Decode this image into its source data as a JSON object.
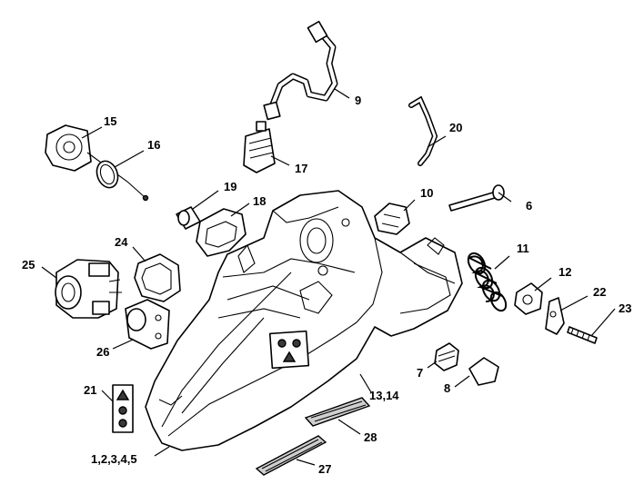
{
  "callouts": [
    {
      "id": "c1",
      "text": "1,2,3,4,5"
    },
    {
      "id": "c6",
      "text": "6"
    },
    {
      "id": "c7",
      "text": "7"
    },
    {
      "id": "c8",
      "text": "8"
    },
    {
      "id": "c9",
      "text": "9"
    },
    {
      "id": "c10",
      "text": "10"
    },
    {
      "id": "c11",
      "text": "11"
    },
    {
      "id": "c12",
      "text": "12"
    },
    {
      "id": "c13",
      "text": "13,14"
    },
    {
      "id": "c15",
      "text": "15"
    },
    {
      "id": "c16",
      "text": "16"
    },
    {
      "id": "c17",
      "text": "17"
    },
    {
      "id": "c18",
      "text": "18"
    },
    {
      "id": "c19",
      "text": "19"
    },
    {
      "id": "c20",
      "text": "20"
    },
    {
      "id": "c21",
      "text": "21"
    },
    {
      "id": "c22",
      "text": "22"
    },
    {
      "id": "c23",
      "text": "23"
    },
    {
      "id": "c24",
      "text": "24"
    },
    {
      "id": "c25",
      "text": "25"
    },
    {
      "id": "c26",
      "text": "26"
    },
    {
      "id": "c27",
      "text": "27"
    },
    {
      "id": "c28",
      "text": "28"
    }
  ]
}
